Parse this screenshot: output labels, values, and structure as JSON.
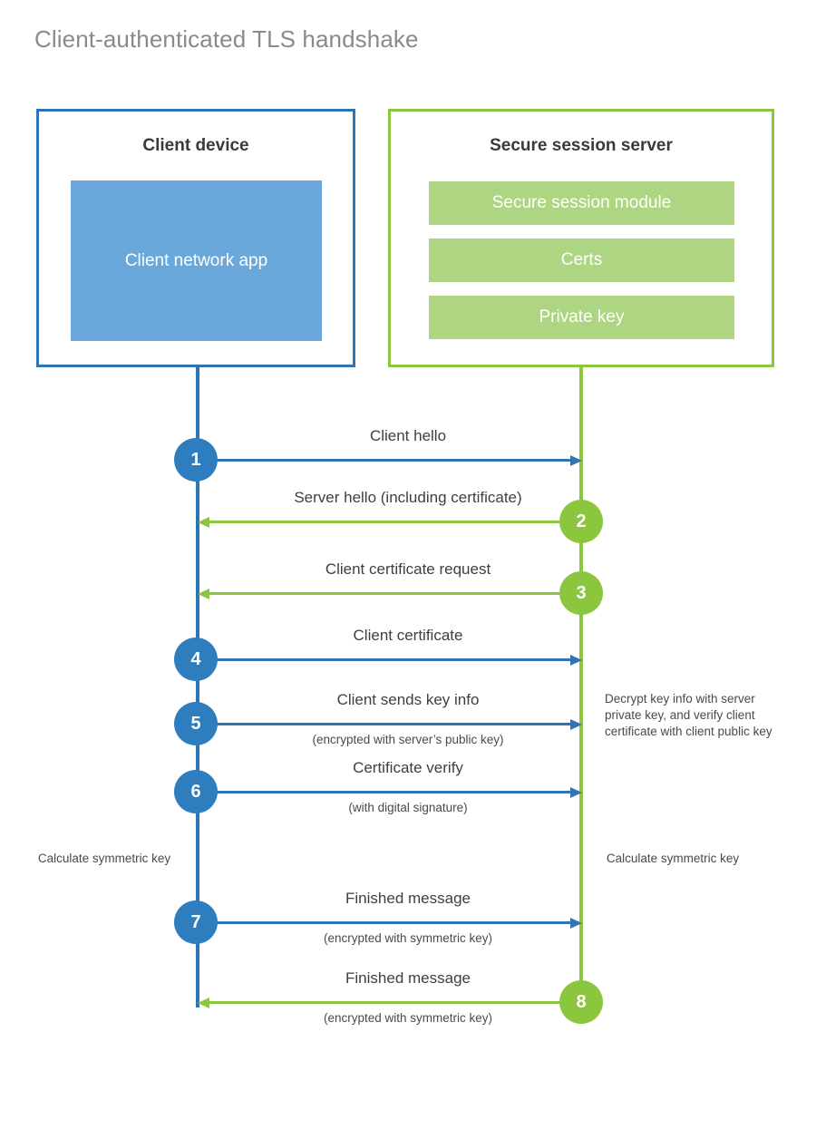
{
  "title": "Client-authenticated TLS handshake",
  "colors": {
    "client_accent": "#2E75B6",
    "client_badge": "#2E7DBF",
    "client_app_fill": "#6AA7DA",
    "server_accent": "#8CC63E",
    "server_bar_fill": "#AED581",
    "title_text": "#8a8a8a",
    "label_text": "#3f3f3f",
    "background": "#ffffff"
  },
  "client": {
    "title": "Client device",
    "app_label": "Client network app"
  },
  "server": {
    "title": "Secure session server",
    "components": [
      "Secure session module",
      "Certs",
      "Private key"
    ]
  },
  "messages": [
    {
      "number": "1",
      "label": "Client hello",
      "sublabel": "",
      "direction": "client-to-server",
      "color": "#2E75B6"
    },
    {
      "number": "2",
      "label": "Server hello (including certificate)",
      "sublabel": "",
      "direction": "server-to-client",
      "color": "#8CC63E"
    },
    {
      "number": "3",
      "label": "Client certificate request",
      "sublabel": "",
      "direction": "server-to-client",
      "color": "#8CC63E"
    },
    {
      "number": "4",
      "label": "Client certificate",
      "sublabel": "",
      "direction": "client-to-server",
      "color": "#2E75B6"
    },
    {
      "number": "5",
      "label": "Client sends key info",
      "sublabel": "(encrypted with server’s public key)",
      "direction": "client-to-server",
      "color": "#2E75B6"
    },
    {
      "number": "6",
      "label": "Certificate verify",
      "sublabel": "(with digital signature)",
      "direction": "client-to-server",
      "color": "#2E75B6"
    },
    {
      "number": "7",
      "label": "Finished message",
      "sublabel": "(encrypted with symmetric key)",
      "direction": "client-to-server",
      "color": "#2E75B6"
    },
    {
      "number": "8",
      "label": "Finished message",
      "sublabel": "(encrypted with symmetric key)",
      "direction": "server-to-client",
      "color": "#8CC63E"
    }
  ],
  "annotations": {
    "server_decrypt": "Decrypt key info with server private key, and verify client certificate with client public key",
    "client_calculate": "Calculate symmetric key",
    "server_calculate": "Calculate symmetric key"
  }
}
